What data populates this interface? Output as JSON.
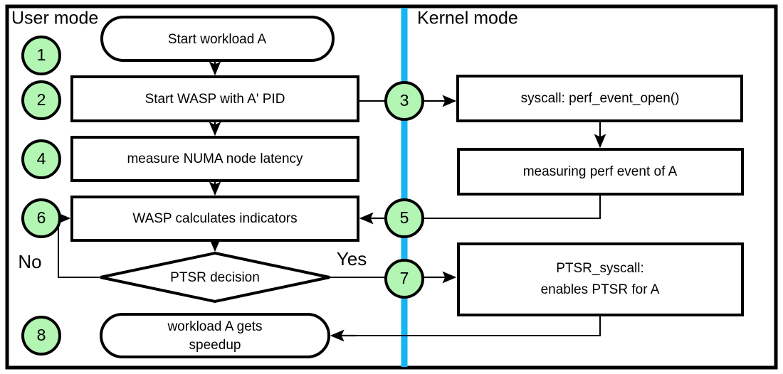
{
  "diagram": {
    "title": "WASP PTSR workflow across user mode and kernel mode",
    "colors": {
      "step_circle_fill": "#b3f5b3",
      "mode_divider": "#16b4f0",
      "node_stroke": "#000000",
      "node_fill": "#ffffff",
      "background": "#ffffff"
    },
    "lanes": [
      {
        "id": "user-mode",
        "label": "User mode"
      },
      {
        "id": "kernel-mode",
        "label": "Kernel mode"
      }
    ],
    "steps": [
      {
        "id": "step-1",
        "number": "1"
      },
      {
        "id": "step-2",
        "number": "2"
      },
      {
        "id": "step-3",
        "number": "3"
      },
      {
        "id": "step-4",
        "number": "4"
      },
      {
        "id": "step-5",
        "number": "5"
      },
      {
        "id": "step-6",
        "number": "6"
      },
      {
        "id": "step-7",
        "number": "7"
      },
      {
        "id": "step-8",
        "number": "8"
      }
    ],
    "nodes": [
      {
        "id": "start-workload",
        "shape": "oval",
        "lane": "user-mode",
        "label": "Start workload A"
      },
      {
        "id": "start-wasp",
        "shape": "rect",
        "lane": "user-mode",
        "label": "Start WASP with A' PID"
      },
      {
        "id": "measure-numa",
        "shape": "rect",
        "lane": "user-mode",
        "label": "measure NUMA node latency"
      },
      {
        "id": "wasp-indicators",
        "shape": "rect",
        "lane": "user-mode",
        "label": "WASP calculates indicators"
      },
      {
        "id": "ptsr-decision",
        "shape": "diamond",
        "lane": "user-mode",
        "label": "PTSR decision"
      },
      {
        "id": "workload-speedup",
        "shape": "oval",
        "lane": "user-mode",
        "label_line1": "workload A gets",
        "label_line2": "speedup"
      },
      {
        "id": "perf-event-open",
        "shape": "rect",
        "lane": "kernel-mode",
        "label": "syscall: perf_event_open()"
      },
      {
        "id": "measuring-perf",
        "shape": "rect",
        "lane": "kernel-mode",
        "label": "measuring perf event of A"
      },
      {
        "id": "ptsr-syscall",
        "shape": "rect",
        "lane": "kernel-mode",
        "label_line1": "PTSR_syscall:",
        "label_line2": "enables PTSR for A"
      }
    ],
    "branch_labels": {
      "no": "No",
      "yes": "Yes"
    }
  }
}
